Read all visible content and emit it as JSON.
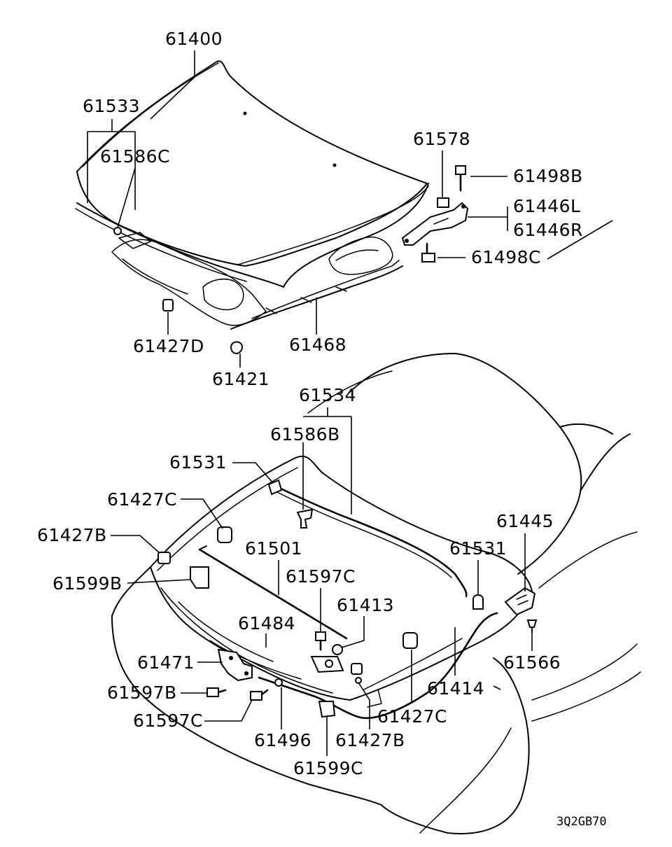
{
  "diagram": {
    "callouts": {
      "hood": "61400",
      "hood_weatherstrip_upper": "61533",
      "clip_upper": "61586C",
      "nut_hinge": "61578",
      "bolt_hinge_upper": "61498B",
      "hinge_left": "61446L",
      "hinge_right": "61446R",
      "bolt_hinge_lower": "61498C",
      "bumper_hood_upper": "61427D",
      "hood_insulator": "61468",
      "clip_insulator": "61421",
      "weatherstrip_lower": "61534",
      "clip_lower": "61586B",
      "seal_left": "61531",
      "seal_right": "61531",
      "bumper_c_left": "61427C",
      "bumper_b_left": "61427B",
      "support_rod": "61501",
      "bolt_c_upper": "61597C",
      "holder_b": "61599B",
      "grommet": "61413",
      "bracket_lock": "61484",
      "release_handle": "61445",
      "screw": "61566",
      "hood_lock": "61471",
      "release_cable": "61414",
      "bolt_b": "61597B",
      "bolt_c_lower": "61597C",
      "bumper_c_right": "61427C",
      "cable_clip": "61496",
      "bumper_b_right": "61427B",
      "holder_c": "61599C"
    },
    "drawing_code": "3Q2GB70"
  }
}
